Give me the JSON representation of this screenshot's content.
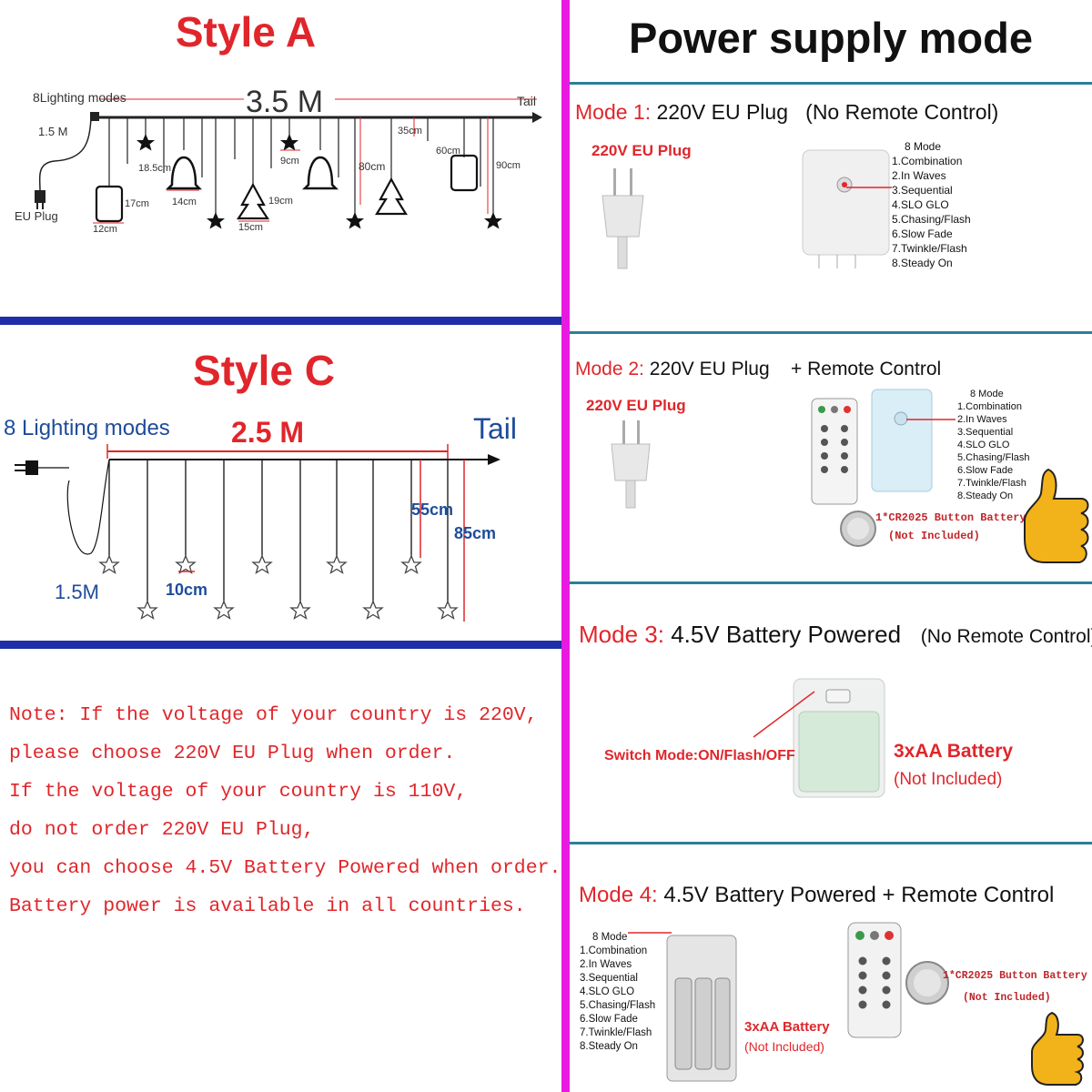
{
  "style_a": {
    "title": "Style A",
    "lighting_modes": "8Lighting modes",
    "length": "3.5 M",
    "tail": "Tail",
    "cord": "1.5 M",
    "plug": "EU Plug",
    "dims": [
      "18.5cm",
      "14cm",
      "17cm",
      "12cm",
      "9cm",
      "19cm",
      "15cm",
      "80cm",
      "35cm",
      "60cm",
      "90cm"
    ]
  },
  "style_c": {
    "title": "Style C",
    "lighting_modes": "8 Lighting modes",
    "length": "2.5 M",
    "tail": "Tail",
    "cord": "1.5M",
    "star_size": "10cm",
    "short_drop": "55cm",
    "long_drop": "85cm"
  },
  "note": [
    "Note: If the voltage of your country is 220V,",
    "please choose 220V EU Plug when order.",
    "If the voltage of your country is 110V,",
    "do not order 220V EU Plug,",
    "you can choose 4.5V Battery Powered when order.",
    "Battery power is available in all countries."
  ],
  "power": {
    "title": "Power supply mode",
    "mode_list": [
      "8 Mode",
      "1.Combination",
      "2.In Waves",
      "3.Sequential",
      "4.SLO GLO",
      "5.Chasing/Flash",
      "6.Slow Fade",
      "7.Twinkle/Flash",
      "8.Steady On"
    ],
    "mode1": {
      "key": "Mode 1:",
      "text": "220V EU Plug",
      "extra": "(No Remote Control)",
      "plug_label": "220V EU Plug"
    },
    "mode2": {
      "key": "Mode 2:",
      "text": "220V EU Plug",
      "extra": "+ Remote Control",
      "plug_label": "220V EU Plug",
      "battery_note": "1*CR2025 Button Battery",
      "not_included": "(Not Included)"
    },
    "mode3": {
      "key": "Mode 3:",
      "text": "4.5V Battery Powered",
      "extra": "(No Remote Control)",
      "switch_label": "Switch Mode:ON/Flash/OFF",
      "battery": "3xAA Battery",
      "not_included": "(Not Included)"
    },
    "mode4": {
      "key": "Mode 4:",
      "text": "4.5V Battery Powered",
      "extra": "+ Remote Control",
      "battery": "3xAA Battery",
      "not_included": "(Not Included)",
      "button_battery": "1*CR2025 Button Battery",
      "button_not_included": "(Not Included)"
    }
  },
  "colors": {
    "accent_red": "#e0262b",
    "divider_magenta": "#e81ae0",
    "bar_blue": "#1e2ea8",
    "section_teal": "#2d7f98"
  }
}
